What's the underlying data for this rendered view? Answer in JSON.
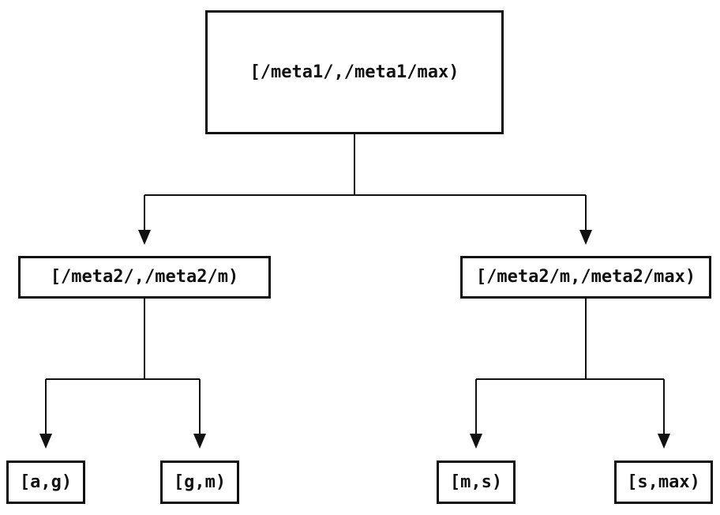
{
  "page": {
    "background_color": "#ffffff",
    "line_color": "#111111",
    "text_color": "#111111"
  },
  "diagram": {
    "type": "binary-interval-tree",
    "nodes": {
      "root": {
        "label": "[/meta1/,/meta1/max)"
      },
      "left": {
        "label": "[/meta2/,/meta2/m)"
      },
      "right": {
        "label": "[/meta2/m,/meta2/max)"
      },
      "leaf_ag": {
        "label": "[a,g)"
      },
      "leaf_gm": {
        "label": "[g,m)"
      },
      "leaf_ms": {
        "label": "[m,s)"
      },
      "leaf_smax": {
        "label": "[s,max)"
      }
    },
    "edges": [
      {
        "from": "root",
        "to": "left"
      },
      {
        "from": "root",
        "to": "right"
      },
      {
        "from": "left",
        "to": "leaf_ag"
      },
      {
        "from": "left",
        "to": "leaf_gm"
      },
      {
        "from": "right",
        "to": "leaf_ms"
      },
      {
        "from": "right",
        "to": "leaf_smax"
      }
    ]
  }
}
